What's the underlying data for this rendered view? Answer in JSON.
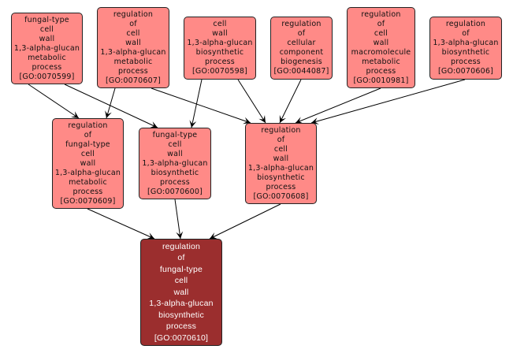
{
  "graph": {
    "colors": {
      "node_fill": "#ff8a87",
      "target_fill": "#9b2e2e",
      "edge": "#000000"
    },
    "nodes": [
      {
        "id": "GO:0070599",
        "lines": [
          "fungal-type",
          "cell",
          "wall",
          "1,3-alpha-glucan",
          "metabolic",
          "process",
          "[GO:0070599]"
        ]
      },
      {
        "id": "GO:0070607",
        "lines": [
          "regulation",
          "of",
          "cell",
          "wall",
          "1,3-alpha-glucan",
          "metabolic",
          "process",
          "[GO:0070607]"
        ]
      },
      {
        "id": "GO:0070598",
        "lines": [
          "cell",
          "wall",
          "1,3-alpha-glucan",
          "biosynthetic",
          "process",
          "[GO:0070598]"
        ]
      },
      {
        "id": "GO:0044087",
        "lines": [
          "regulation",
          "of",
          "cellular",
          "component",
          "biogenesis",
          "[GO:0044087]"
        ]
      },
      {
        "id": "GO:0010981",
        "lines": [
          "regulation",
          "of",
          "cell",
          "wall",
          "macromolecule",
          "metabolic",
          "process",
          "[GO:0010981]"
        ]
      },
      {
        "id": "GO:0070606",
        "lines": [
          "regulation",
          "of",
          "1,3-alpha-glucan",
          "biosynthetic",
          "process",
          "[GO:0070606]"
        ]
      },
      {
        "id": "GO:0070609",
        "lines": [
          "regulation",
          "of",
          "fungal-type",
          "cell",
          "wall",
          "1,3-alpha-glucan",
          "metabolic",
          "process",
          "[GO:0070609]"
        ]
      },
      {
        "id": "GO:0070600",
        "lines": [
          "fungal-type",
          "cell",
          "wall",
          "1,3-alpha-glucan",
          "biosynthetic",
          "process",
          "[GO:0070600]"
        ]
      },
      {
        "id": "GO:0070608",
        "lines": [
          "regulation",
          "of",
          "cell",
          "wall",
          "1,3-alpha-glucan",
          "biosynthetic",
          "process",
          "[GO:0070608]"
        ]
      },
      {
        "id": "GO:0070610",
        "lines": [
          "regulation",
          "of",
          "fungal-type",
          "cell",
          "wall",
          "1,3-alpha-glucan",
          "biosynthetic",
          "process",
          "[GO:0070610]"
        ],
        "highlighted": true
      }
    ],
    "edges": [
      {
        "from": "GO:0070599",
        "to": "GO:0070609"
      },
      {
        "from": "GO:0070599",
        "to": "GO:0070600"
      },
      {
        "from": "GO:0070607",
        "to": "GO:0070609"
      },
      {
        "from": "GO:0070607",
        "to": "GO:0070608"
      },
      {
        "from": "GO:0070598",
        "to": "GO:0070600"
      },
      {
        "from": "GO:0070598",
        "to": "GO:0070608"
      },
      {
        "from": "GO:0044087",
        "to": "GO:0070608"
      },
      {
        "from": "GO:0010981",
        "to": "GO:0070608"
      },
      {
        "from": "GO:0070606",
        "to": "GO:0070608"
      },
      {
        "from": "GO:0070609",
        "to": "GO:0070610"
      },
      {
        "from": "GO:0070600",
        "to": "GO:0070610"
      },
      {
        "from": "GO:0070608",
        "to": "GO:0070610"
      }
    ]
  }
}
